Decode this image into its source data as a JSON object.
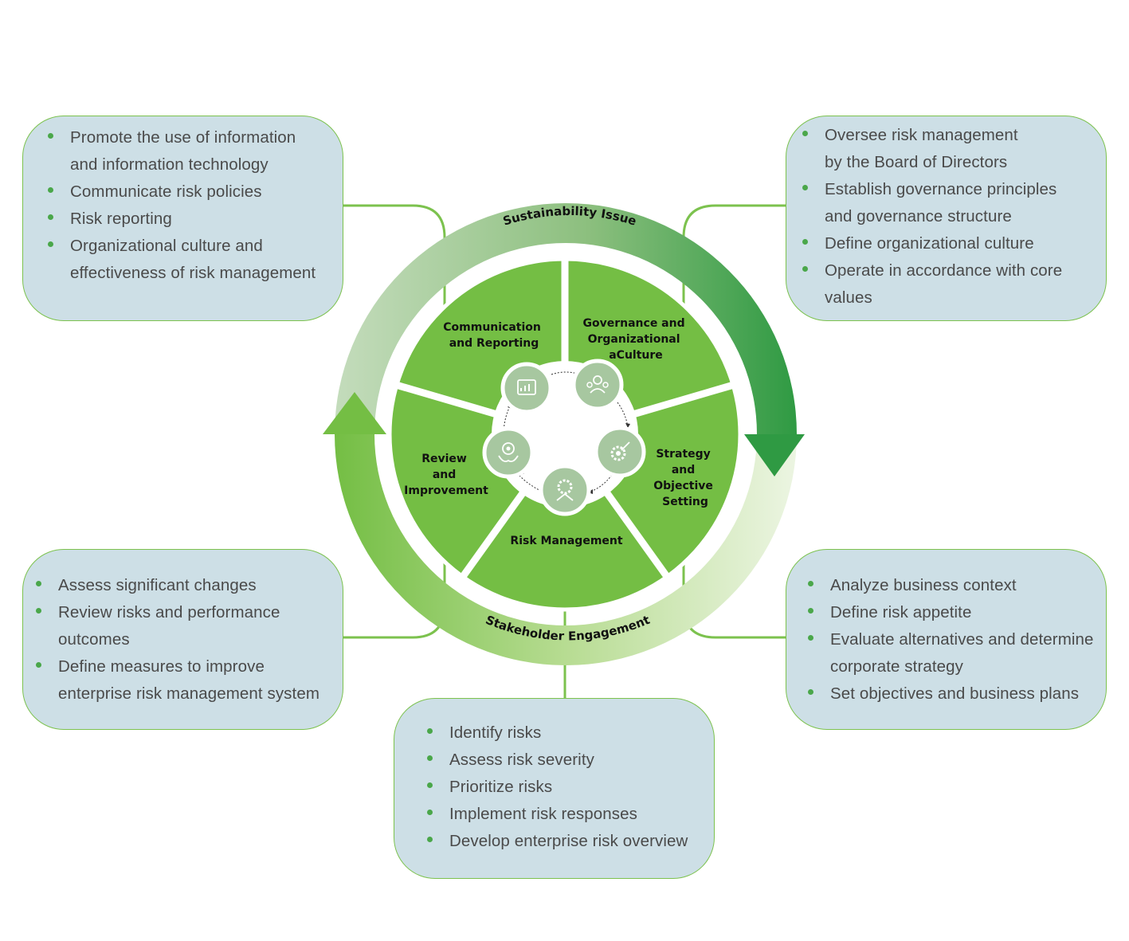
{
  "colors": {
    "green": "#74be44",
    "dark_green": "#2f9a43",
    "line_green": "#7cc24e",
    "box_fill": "#cddfe6",
    "icon_fill": "#a7c7a0"
  },
  "ring_labels": {
    "top": "Sustainability Issue",
    "bottom": "Stakeholder Engagement"
  },
  "segments": {
    "communication": [
      "Communication",
      "and Reporting"
    ],
    "governance": [
      "Governance and",
      "Organizational",
      "aCulture"
    ],
    "strategy": [
      "Strategy",
      "and",
      "Objective",
      "Setting"
    ],
    "risk": [
      "Risk Management"
    ],
    "review": [
      "Review",
      "and",
      "Improvement"
    ]
  },
  "icons": {
    "communication": "report-chart-icon",
    "governance": "team-governance-icon",
    "strategy": "gear-target-icon",
    "risk": "shield-gear-icon",
    "review": "hands-target-icon"
  },
  "boxes": {
    "top_left": [
      "Promote the use of information",
      "and information technology",
      "Communicate risk policies",
      "Risk reporting",
      "Organizational culture and",
      "effectiveness of risk management"
    ],
    "top_right": [
      "Oversee risk management",
      "by the Board of Directors",
      "Establish governance principles",
      "and governance structure",
      "Define organizational culture",
      "Operate in accordance with core",
      "values"
    ],
    "bottom_left": [
      "Assess significant changes",
      "Review risks and performance",
      "outcomes",
      "Define measures to improve",
      "enterprise risk management system"
    ],
    "bottom_right": [
      "Analyze business context",
      "Define risk appetite",
      "Evaluate alternatives and determine",
      "corporate strategy",
      "Set objectives and business plans"
    ],
    "bottom": [
      "Identify risks",
      "Assess risk severity",
      "Prioritize risks",
      "Implement risk responses",
      "Develop enterprise risk overview"
    ]
  }
}
